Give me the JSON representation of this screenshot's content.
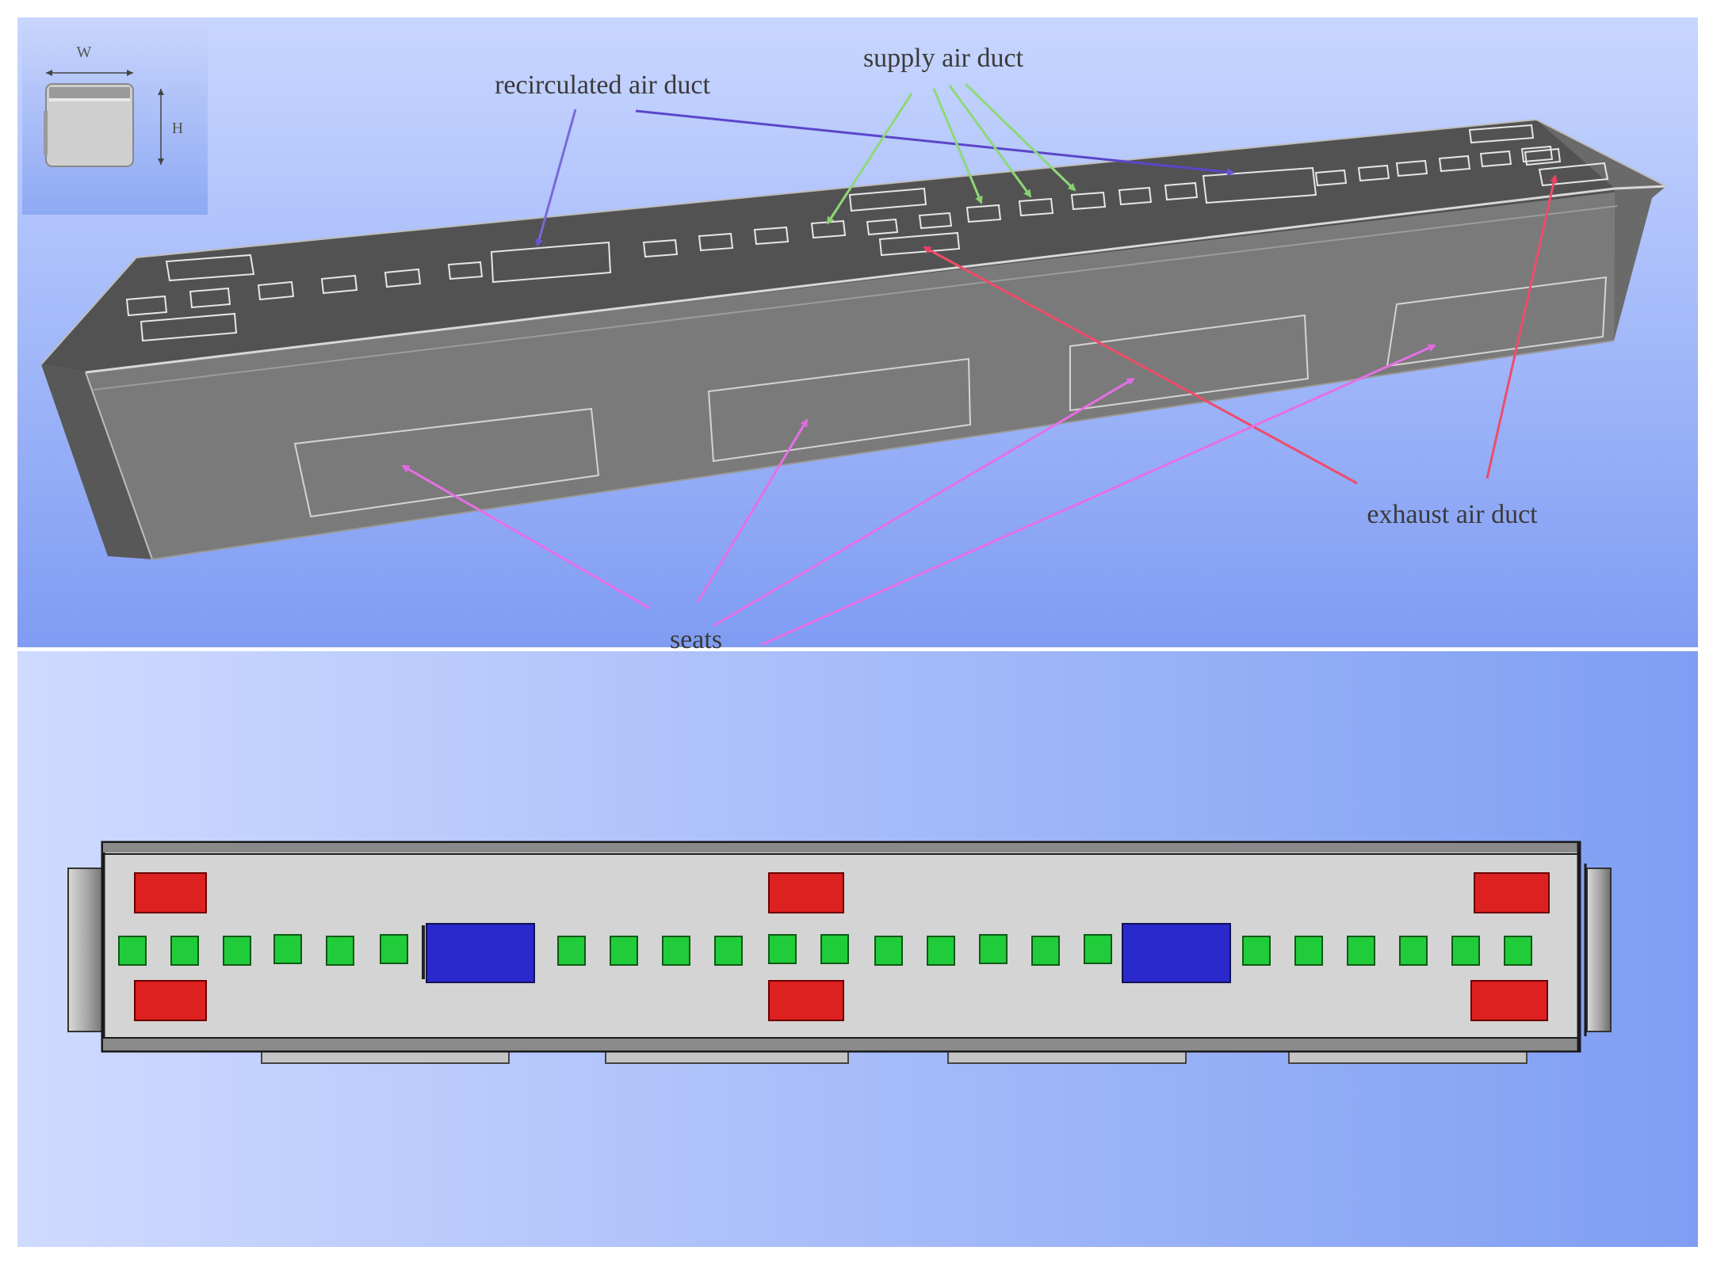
{
  "labels": {
    "recirculated": "recirculated air duct",
    "supply": "supply air duct",
    "exhaust": "exhaust air duct",
    "seats": "seats",
    "width": "W",
    "height": "H"
  },
  "colors": {
    "recirculated_arrow": "#7b68d8",
    "supply_arrow": "#8fd878",
    "exhaust_arrow": "#ee4c6a",
    "seat_arrow": "#e66fe6",
    "exhaust_vent": "#dd2020",
    "recirculated_vent": "#2a2acc",
    "supply_vent": "#21cc3a"
  }
}
